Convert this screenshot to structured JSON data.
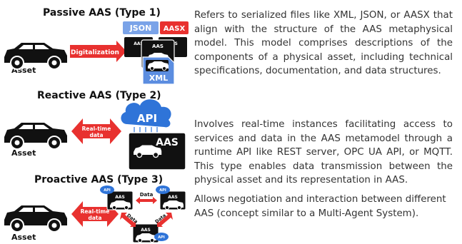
{
  "sections": [
    {
      "title": "Passive AAS (Type 1)",
      "description": "Refers to serialized files like XML, JSON, or AASX that align with the structure of the AAS metaphysical model. This model comprises descriptions of the components of a physical asset, including technical specifications, documentation, and data structures.",
      "asset_label": "Asset",
      "arrow_label": "Digitalization",
      "file_labels": [
        "JSON",
        "AASX",
        "XML"
      ],
      "card_label": "AAS"
    },
    {
      "title": "Reactive AAS (Type 2)",
      "description": "Involves real-time instances facilitating access to services and data in the AAS metamodel through a runtime API like REST server, OPC UA API, or MQTT. This type enables data transmission between the physical asset and its representation in AAS.",
      "asset_label": "Asset",
      "arrow_label_line1": "Real-time",
      "arrow_label_line2": "data",
      "cloud_label": "API",
      "card_label": "AAS"
    },
    {
      "title": "Proactive AAS (Type 3)",
      "description": "Allows negotiation and interaction between different AAS (concept similar to a Multi-Agent System).",
      "asset_label": "Asset",
      "arrow_label_line1": "Real-time",
      "arrow_label_line2": "data",
      "card_label": "AAS",
      "api_label": "API",
      "data_label": "Data"
    }
  ],
  "colors": {
    "accent_red": "#e8312f",
    "api_blue": "#2f74d8",
    "file_blue": "#5b8de0",
    "card_black": "#111111"
  }
}
